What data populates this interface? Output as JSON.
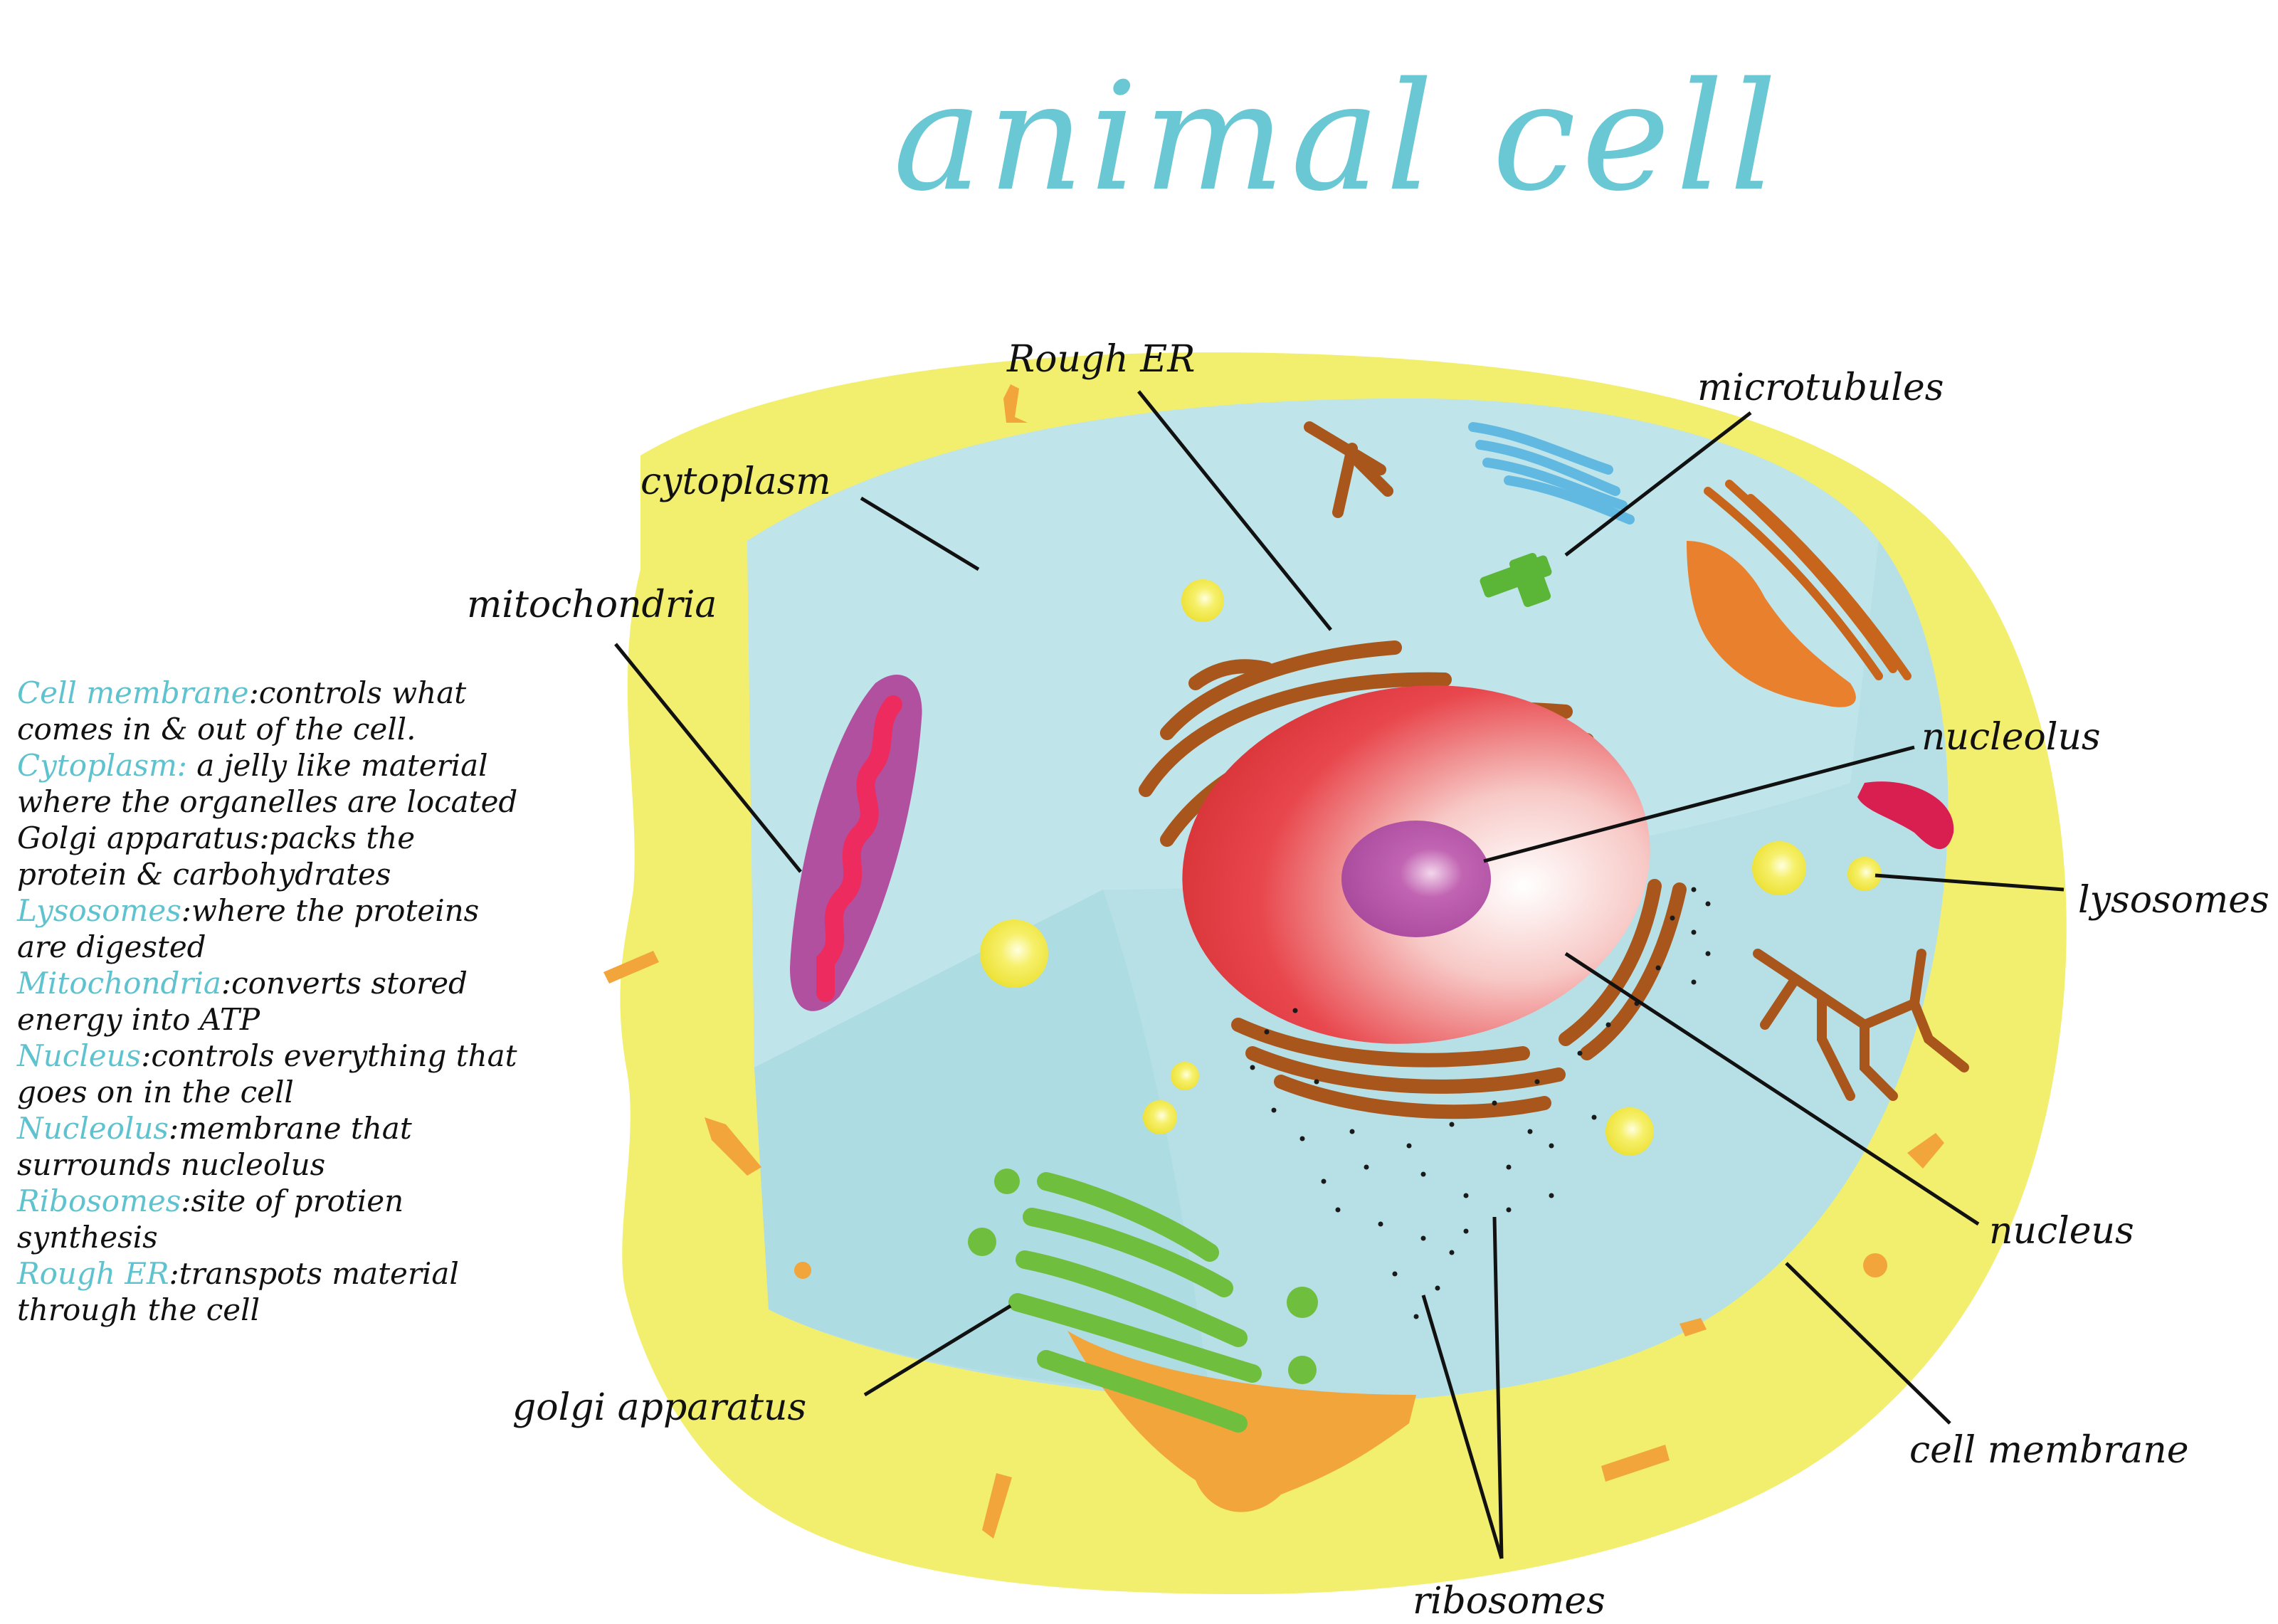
{
  "title": "animal cell",
  "colors": {
    "title": "#69c8d4",
    "term": "#5ec3cf",
    "membrane": "#f2ee6e",
    "cytoplasm": "#b6e0e6",
    "nucleus": "#e8474d",
    "nucleolus": "#b14fa3",
    "rough_er": "#a8561c",
    "golgi": "#6fbe3d",
    "lysosome": "#f2eb3c",
    "mitochondria": "#b0509e"
  },
  "callouts": {
    "rough_er": "Rough ER",
    "microtubules": "microtubules",
    "cytoplasm": "cytoplasm",
    "mitochondria": "mitochondria",
    "nucleolus": "nucleolus",
    "lysosomes": "lysosomes",
    "nucleus": "nucleus",
    "golgi_apparatus": "golgi apparatus",
    "cell_membrane": "cell membrane",
    "ribosomes": "ribosomes"
  },
  "legend": [
    {
      "term": "Cell membrane",
      "text": ":controls what comes in & out of the cell."
    },
    {
      "term": "Cytoplasm:",
      "text": " a jelly like material  where the organelles are located"
    },
    {
      "term": "",
      "text": "Golgi apparatus:packs the protein & carbohydrates"
    },
    {
      "term": "Lysosomes",
      "text": ":where the proteins are digested"
    },
    {
      "term": "Mitochondria",
      "text": ":converts stored energy into ATP"
    },
    {
      "term": "Nucleus",
      "text": ":controls everything that goes on in the cell"
    },
    {
      "term": "Nucleolus",
      "text": ":membrane that surrounds nucleolus"
    },
    {
      "term": "Ribosomes",
      "text": ":site of protien synthesis"
    },
    {
      "term": "Rough ER",
      "text": ":transpots material through the cell"
    }
  ]
}
